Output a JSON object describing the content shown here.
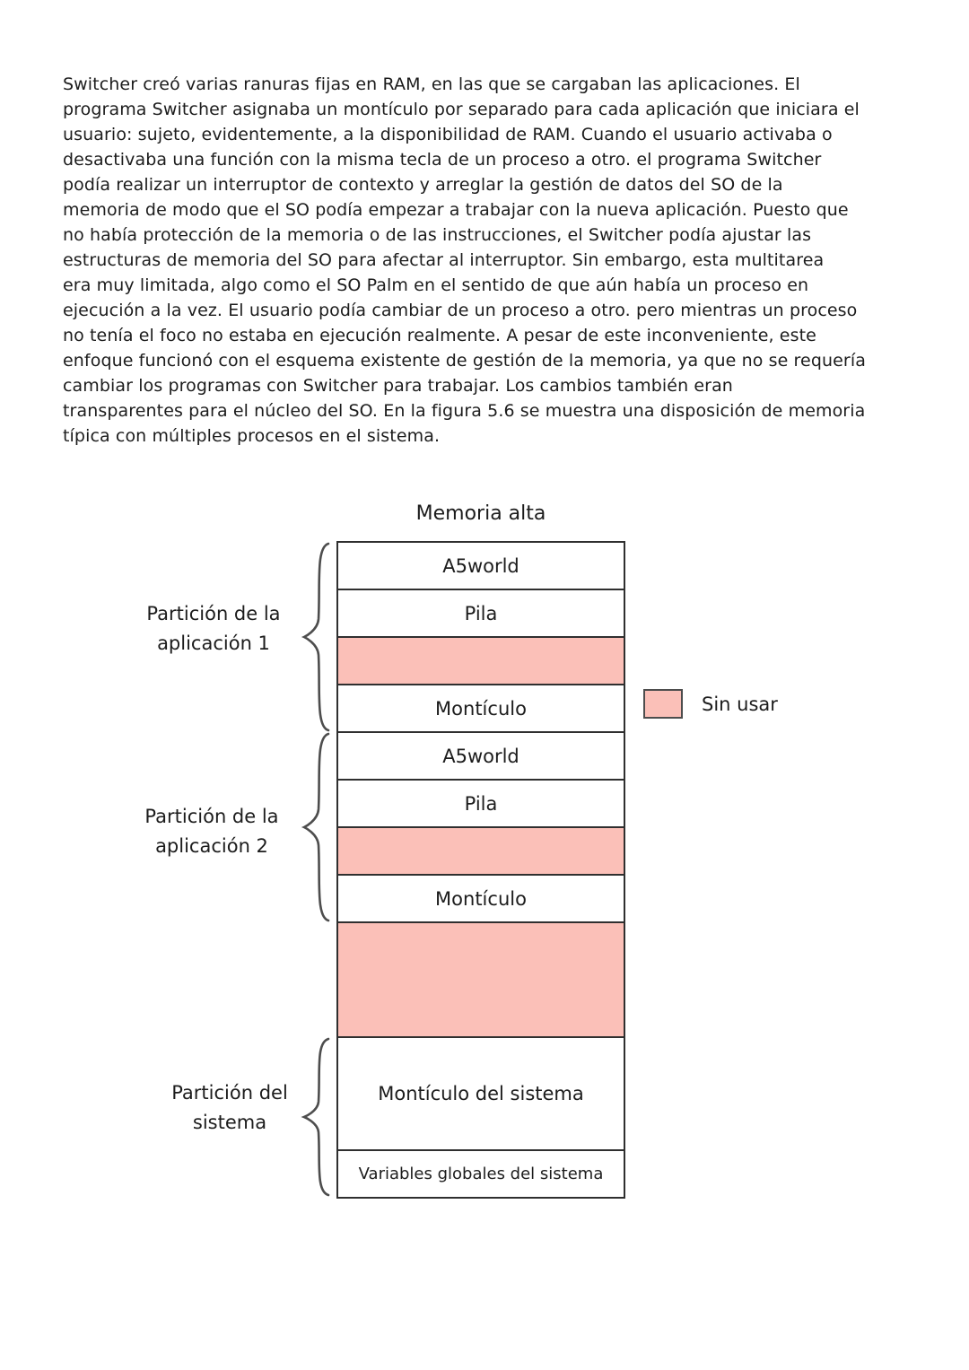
{
  "article": {
    "lines": [
      "Switcher creó varias ranuras fijas en RAM, en las que se cargaban las aplicaciones. El",
      "programa Switcher asignaba un montículo por separado para cada aplicación que iniciara el",
      "usuario: sujeto, evidentemente, a la disponibilidad de RAM. Cuando el usuario activaba o",
      "desactivaba una función con la misma tecla de un proceso a otro. el programa Switcher",
      "podía realizar un interruptor de contexto y arreglar la gestión de datos del SO de la",
      "memoria de modo que el SO podía empezar a trabajar con la nueva aplicación. Puesto que",
      "no había protección de la memoria o de las instrucciones, el Switcher podía ajustar las",
      "estructuras de memoria del SO para afectar al interruptor. Sin embargo, esta multitarea",
      "era muy limitada, algo como el SO Palm en el sentido de que aún había un proceso en",
      "ejecución a la vez. El usuario podía cambiar de un proceso a otro. pero mientras un proceso",
      "no tenía el foco no estaba en ejecución realmente. A pesar de este inconveniente, este",
      "enfoque funcionó con el esquema existente de gestión de la memoria, ya que no se requería",
      "cambiar los programas con Switcher para trabajar. Los cambios también eran",
      "transparentes para el núcleo del SO. En la figura 5.6 se muestra una disposición de memoria",
      "típica con múltiples procesos en el sistema."
    ]
  },
  "figure": {
    "title": "Memoria alta",
    "rows": [
      {
        "label": "A5world",
        "type": "used"
      },
      {
        "label": "Pila",
        "type": "used"
      },
      {
        "label": "",
        "type": "unused"
      },
      {
        "label": "Montículo",
        "type": "used"
      },
      {
        "label": "A5world",
        "type": "used"
      },
      {
        "label": "Pila",
        "type": "used"
      },
      {
        "label": "",
        "type": "unused"
      },
      {
        "label": "Montículo",
        "type": "used"
      },
      {
        "label": "",
        "type": "unused"
      },
      {
        "label": "Montículo del sistema",
        "type": "used"
      },
      {
        "label": "Variables globales del sistema",
        "type": "used"
      }
    ],
    "partitions": [
      {
        "label_lines": [
          "Partición de la",
          "aplicación 1"
        ]
      },
      {
        "label_lines": [
          "Partición de la",
          "aplicación 2"
        ]
      },
      {
        "label_lines": [
          "Partición del",
          "sistema"
        ]
      }
    ],
    "legend": {
      "label": "Sin usar"
    }
  },
  "colors": {
    "unused": "#fbc0b8",
    "border": "#2f2f2f",
    "text": "#1c1c1c",
    "brace": "#4d4d4d",
    "bg": "#ffffff"
  }
}
